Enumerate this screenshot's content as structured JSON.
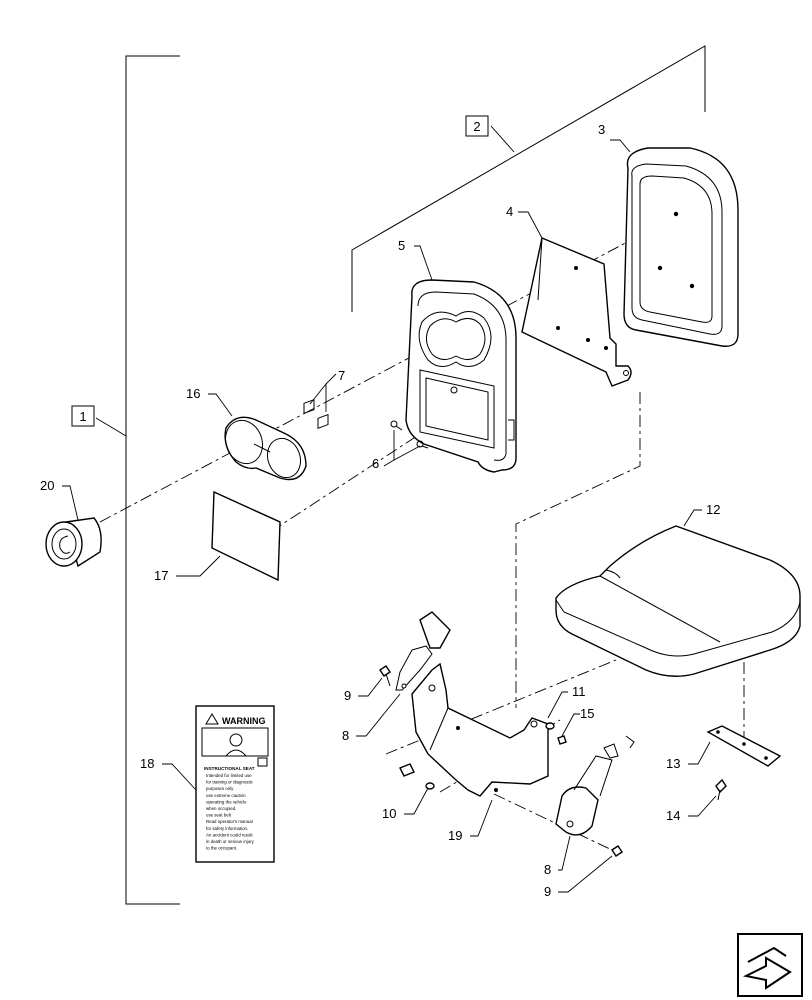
{
  "callouts": {
    "c1": "1",
    "c2": "2",
    "c3": "3",
    "c4": "4",
    "c5": "5",
    "c6": "6",
    "c7": "7",
    "c8a": "8",
    "c8b": "8",
    "c9a": "9",
    "c9b": "9",
    "c10": "10",
    "c11": "11",
    "c12": "12",
    "c13": "13",
    "c14": "14",
    "c15": "15",
    "c16": "16",
    "c17": "17",
    "c18": "18",
    "c19": "19",
    "c20": "20"
  },
  "decal": {
    "header": "WARNING",
    "heading": "INSTRUCTIONAL SEAT",
    "lines": [
      "Intended for limited use",
      "for training or diagnostic",
      "purposes only",
      "use extreme caution",
      "operating the vehicle",
      "when occupied.",
      "use seat belt",
      "Read operator's manual",
      "for safety information.",
      "An accident could result",
      "in death or serious injury",
      "to the occupant."
    ]
  },
  "colors": {
    "line": "#000000",
    "background": "#ffffff",
    "icon_fill": "#ffffff"
  },
  "icons": {
    "nav": "next-page-arrow-icon"
  }
}
